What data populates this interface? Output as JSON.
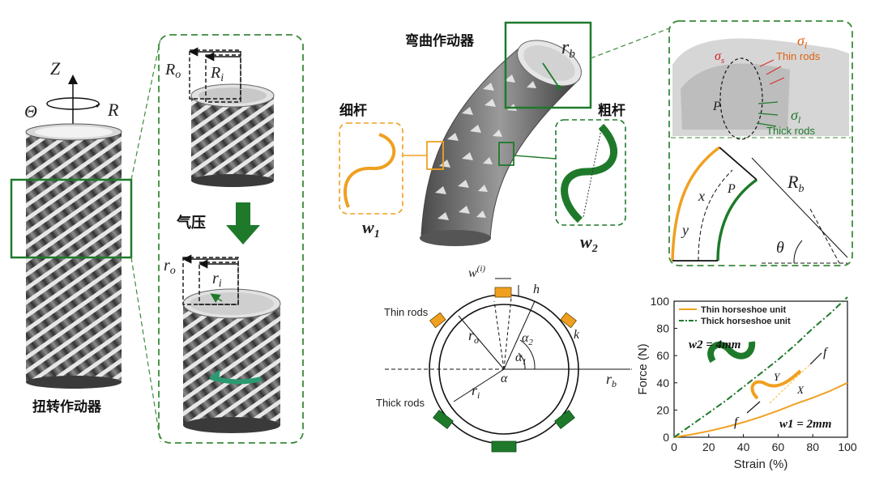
{
  "labels": {
    "axis_z": "Z",
    "axis_theta": "Θ",
    "axis_r": "R",
    "twist_actuator": "扭转作动器",
    "outer_radius_upper": "Ro",
    "inner_radius_upper": "Ri",
    "pressure": "气压",
    "outer_radius_lower": "ro",
    "inner_radius_lower": "ri",
    "bending_actuator": "弯曲作动器",
    "bend_radius": "rb",
    "thin_rod_cn": "细杆",
    "thick_rod_cn": "粗杆",
    "w1": "w1",
    "w2": "w2",
    "sigma_l_top": "σl",
    "sigma_s": "σs",
    "thin_rods_en": "Thin rods",
    "point_p": "P",
    "sigma_l_bottom": "σl",
    "thick_rods_en": "Thick rods",
    "curve_x": "x",
    "curve_y": "y",
    "bend_Rb": "Rb",
    "theta": "θ",
    "ring_w": "w(i)",
    "ring_h": "h",
    "ring_thin_rods": "Thin rods",
    "ring_thick_rods": "Thick rods",
    "ring_ro": "ro",
    "ring_ri": "ri",
    "ring_alpha": "α",
    "ring_alpha1": "α1",
    "ring_alpha2": "α2",
    "ring_rb": "rb",
    "ring_k": "k"
  },
  "chart_data": {
    "type": "line",
    "xlabel": "Strain (%)",
    "ylabel": "Force (N)",
    "xlim": [
      0,
      100
    ],
    "ylim": [
      0,
      100
    ],
    "xticks": [
      0,
      20,
      40,
      60,
      80,
      100
    ],
    "yticks": [
      0,
      20,
      40,
      60,
      80,
      100
    ],
    "legend_position": "top-left",
    "series": [
      {
        "name": "Thin horseshoe unit",
        "color": "#f0a020",
        "style": "solid",
        "x": [
          0,
          10,
          20,
          30,
          40,
          50,
          60,
          70,
          80,
          90,
          100
        ],
        "y": [
          0,
          2,
          4.5,
          7.5,
          11,
          15,
          19.5,
          24.5,
          29,
          34,
          40
        ]
      },
      {
        "name": "Thick horseshoe unit",
        "color": "#1e7a2a",
        "style": "dashdot",
        "x": [
          0,
          10,
          20,
          30,
          40,
          50,
          60,
          70,
          80,
          90,
          100
        ],
        "y": [
          0,
          9,
          18,
          27,
          37,
          47,
          57,
          68,
          80,
          91,
          103
        ]
      }
    ],
    "annotations": {
      "w2_label": "w2 = 4mm",
      "w1_label": "w1 = 2mm",
      "f_top": "f",
      "f_bottom": "f",
      "y_label": "Y",
      "x_label": "X"
    }
  }
}
